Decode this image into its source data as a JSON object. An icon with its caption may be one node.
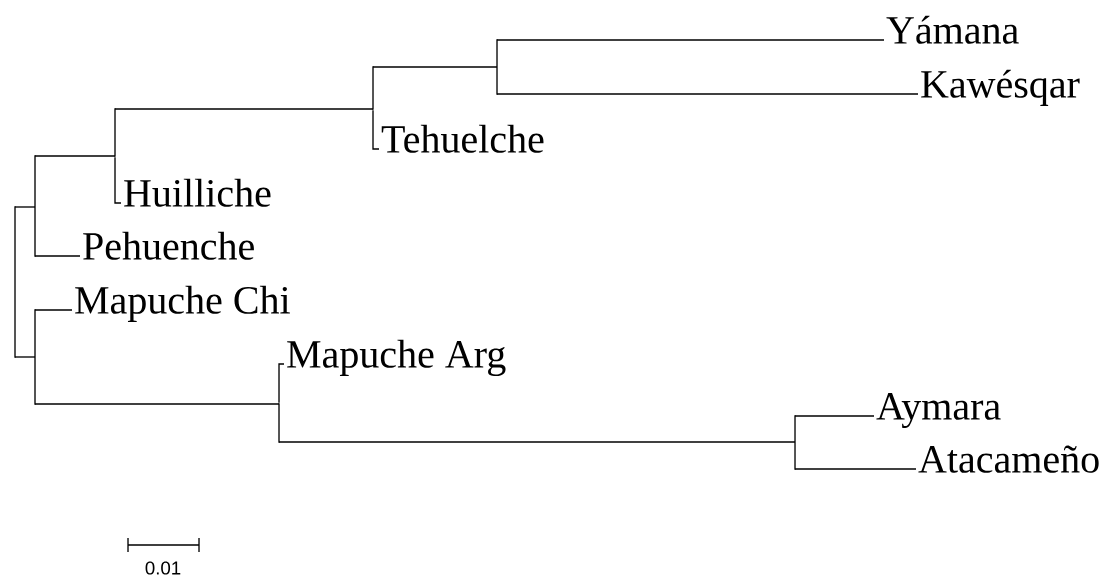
{
  "diagram": {
    "nodes": [
      {
        "text": [
          "Yámana"
        ]
      },
      {
        "text": [
          "Kawésqar"
        ]
      },
      {
        "text": [
          "Tehuelche"
        ]
      },
      {
        "text": [
          "Huilliche"
        ]
      },
      {
        "text": [
          "Pehuenche"
        ]
      },
      {
        "text": [
          "Mapuche Chi"
        ]
      },
      {
        "text": [
          "Mapuche Arg"
        ]
      },
      {
        "text": [
          "Aymara"
        ]
      },
      {
        "text": [
          "Atacameño"
        ]
      },
      {
        "text": [],
        "shape": "bar"
      },
      {
        "text": [],
        "shape": "bar"
      },
      {
        "text": [],
        "shape": "bar"
      },
      {
        "text": [],
        "shape": "bar"
      },
      {
        "text": [],
        "shape": "bar"
      },
      {
        "text": [],
        "shape": "bar"
      },
      {
        "text": [],
        "shape": "bar"
      },
      {
        "text": [],
        "shape": "bar"
      }
    ],
    "edges": [
      {
        "from": 9,
        "to": 10,
        "arrow": "none"
      },
      {
        "from": 9,
        "to": 11,
        "arrow": "none"
      },
      {
        "from": 10,
        "to": 12,
        "arrow": "none"
      },
      {
        "from": 10,
        "to": 4,
        "arrow": "none"
      },
      {
        "from": 12,
        "to": 14,
        "arrow": "none"
      },
      {
        "from": 12,
        "to": 3,
        "arrow": "none"
      },
      {
        "from": 14,
        "to": 15,
        "arrow": "none"
      },
      {
        "from": 14,
        "to": 2,
        "arrow": "none"
      },
      {
        "from": 15,
        "to": 0,
        "arrow": "none"
      },
      {
        "from": 15,
        "to": 1,
        "arrow": "none"
      },
      {
        "from": 11,
        "to": 5,
        "arrow": "none"
      },
      {
        "from": 11,
        "to": 13,
        "arrow": "none"
      },
      {
        "from": 13,
        "to": 6,
        "arrow": "none"
      },
      {
        "from": 13,
        "to": 16,
        "arrow": "none"
      },
      {
        "from": 16,
        "to": 7,
        "arrow": "none"
      },
      {
        "from": 16,
        "to": 8,
        "arrow": "none"
      }
    ],
    "labels": [
      "0.01"
    ]
  }
}
